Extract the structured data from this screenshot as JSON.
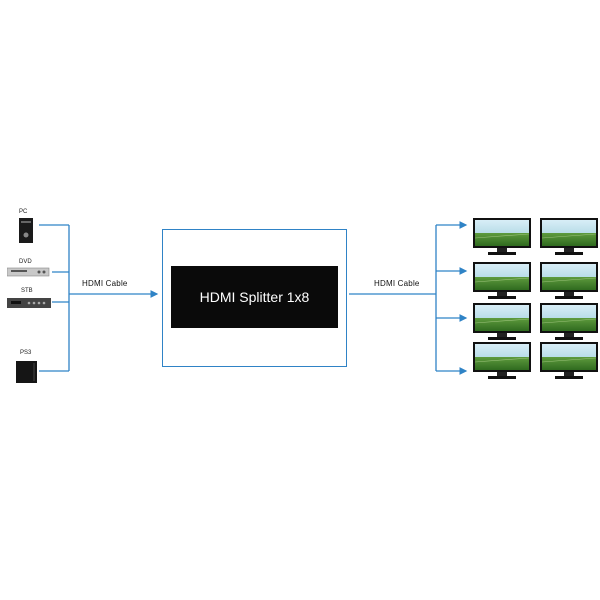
{
  "sources": [
    {
      "label": "PC",
      "icon": "pc-tower-icon"
    },
    {
      "label": "DVD",
      "icon": "dvd-player-icon"
    },
    {
      "label": "STB",
      "icon": "set-top-box-icon"
    },
    {
      "label": "PS3",
      "icon": "game-console-icon"
    }
  ],
  "input_cable_label": "HDMI  Cable",
  "output_cable_label": "HDMI  Cable",
  "splitter": {
    "label": "HDMI Splitter 1x8"
  },
  "displays": {
    "count": 8,
    "icon": "tv-display-icon"
  },
  "colors": {
    "line": "#2f83c6",
    "splitter_fill": "#0a0a0a",
    "splitter_text": "#ffffff"
  }
}
